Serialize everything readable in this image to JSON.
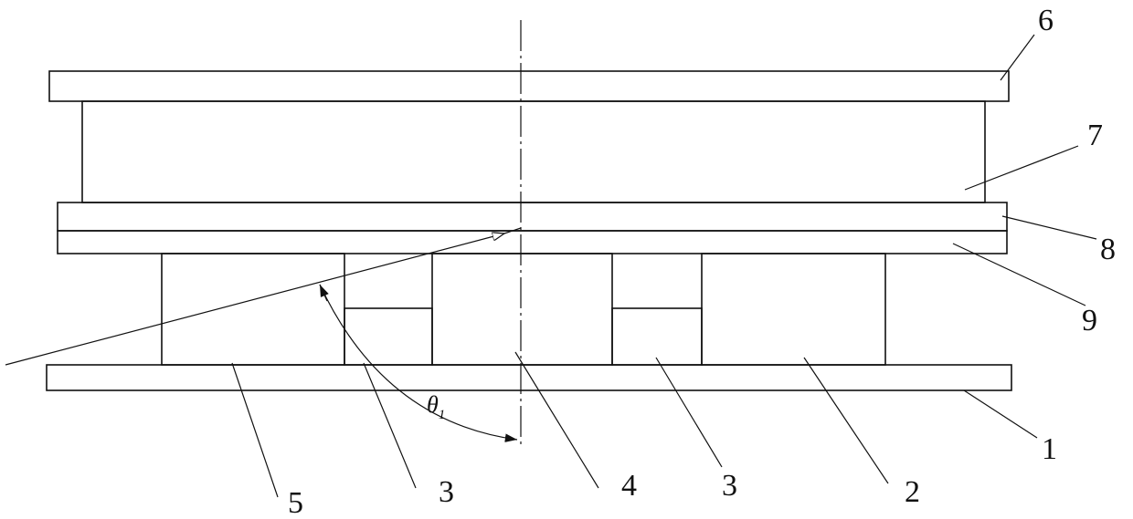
{
  "labels": {
    "l1": "1",
    "l2": "2",
    "l3a": "3",
    "l3b": "3",
    "l4": "4",
    "l5": "5",
    "l6": "6",
    "l7": "7",
    "l8": "8",
    "l9": "9"
  },
  "angle": {
    "symbol": "θ",
    "subscript": "1"
  }
}
